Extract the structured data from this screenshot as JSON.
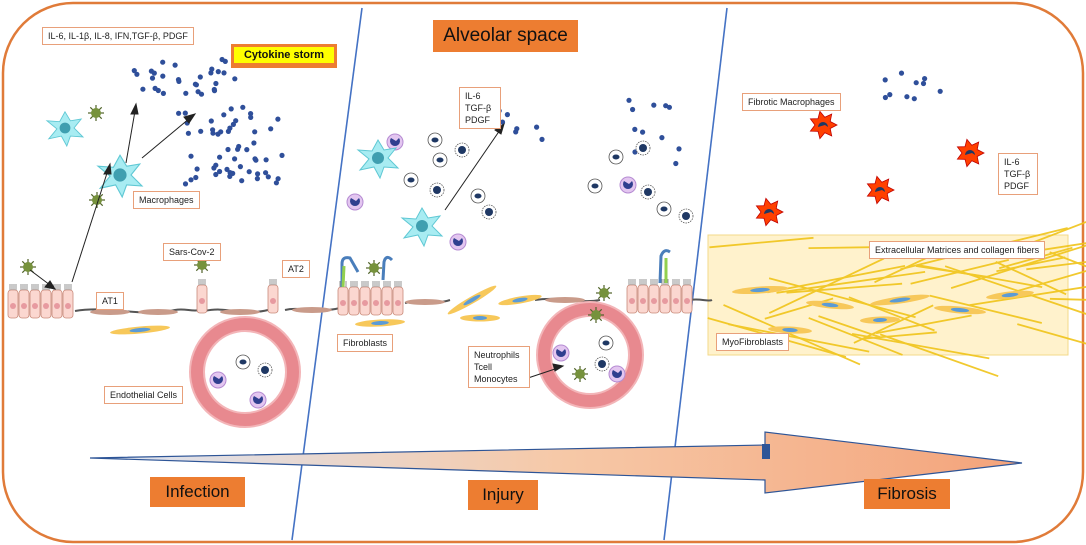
{
  "title": "Alveolar space",
  "stages": [
    "Infection",
    "Injury",
    "Fibrosis"
  ],
  "cytokine_storm": "Cytokine storm",
  "labels": {
    "cytokines_infection": "IL-6, IL-1β, IL-8, IFN,TGF-β, PDGF",
    "macrophages": "Macrophages",
    "sars_cov_2": "Sars-Cov-2",
    "at1": "AT1",
    "at2": "AT2",
    "endothelial_cells": "Endothelial Cells",
    "fibroblasts": "Fibroblasts",
    "immune_cells": [
      "Neutrophils",
      "Tcell",
      "Monocytes"
    ],
    "cytokines_injury": [
      "IL-6",
      "TGF-β",
      "PDGF"
    ],
    "fibrotic_macrophages": "Fibrotic Macrophages",
    "cytokines_fibrosis": [
      "IL-6",
      "TGF-β",
      "PDGF"
    ],
    "ecm": "Extracellular Matrices and collagen fibers",
    "myofibroblasts": "MyoFibroblasts"
  },
  "colors": {
    "frame": "#e07b39",
    "divider": "#4472c4",
    "stage_tag": "#ed7d31",
    "storm_highlight": "#ffff00",
    "cytokine": "#2f4f9a",
    "arrow_fill": "#f4b183",
    "arrow_stroke": "#2e5597",
    "ecm_fill": "#fff2cc",
    "collagen": "#f0c419",
    "vessel": "#e8898f",
    "fibrotic_macrophage": "#ff4000"
  }
}
